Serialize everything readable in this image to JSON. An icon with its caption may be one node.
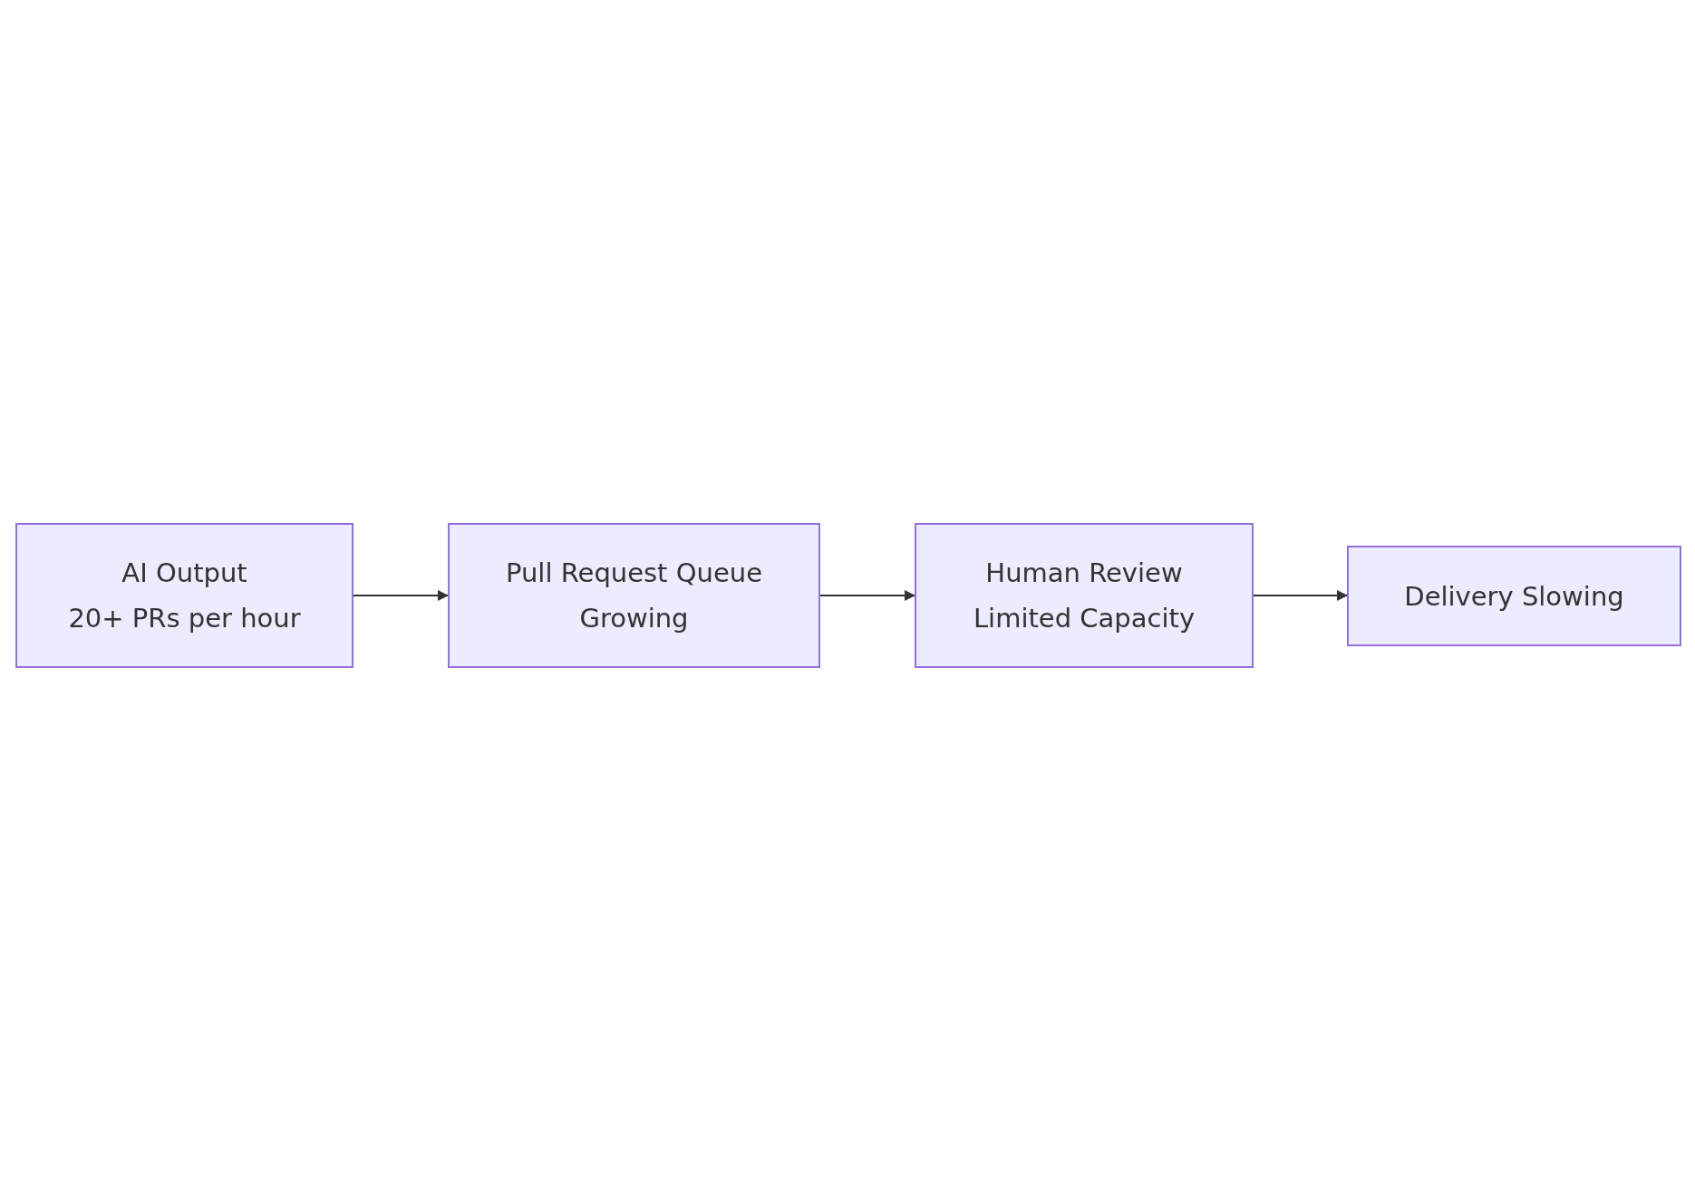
{
  "diagram": {
    "nodes": [
      {
        "text": [
          "AI Output",
          "20+ PRs per hour"
        ]
      },
      {
        "text": [
          "Pull Request Queue",
          "Growing"
        ]
      },
      {
        "text": [
          "Human Review",
          "Limited Capacity"
        ]
      },
      {
        "text": [
          "Delivery Slowing"
        ]
      }
    ],
    "edges": [
      {
        "from": 0,
        "to": 1,
        "arrow": "to"
      },
      {
        "from": 1,
        "to": 2,
        "arrow": "to"
      },
      {
        "from": 2,
        "to": 3,
        "arrow": "to"
      }
    ]
  }
}
